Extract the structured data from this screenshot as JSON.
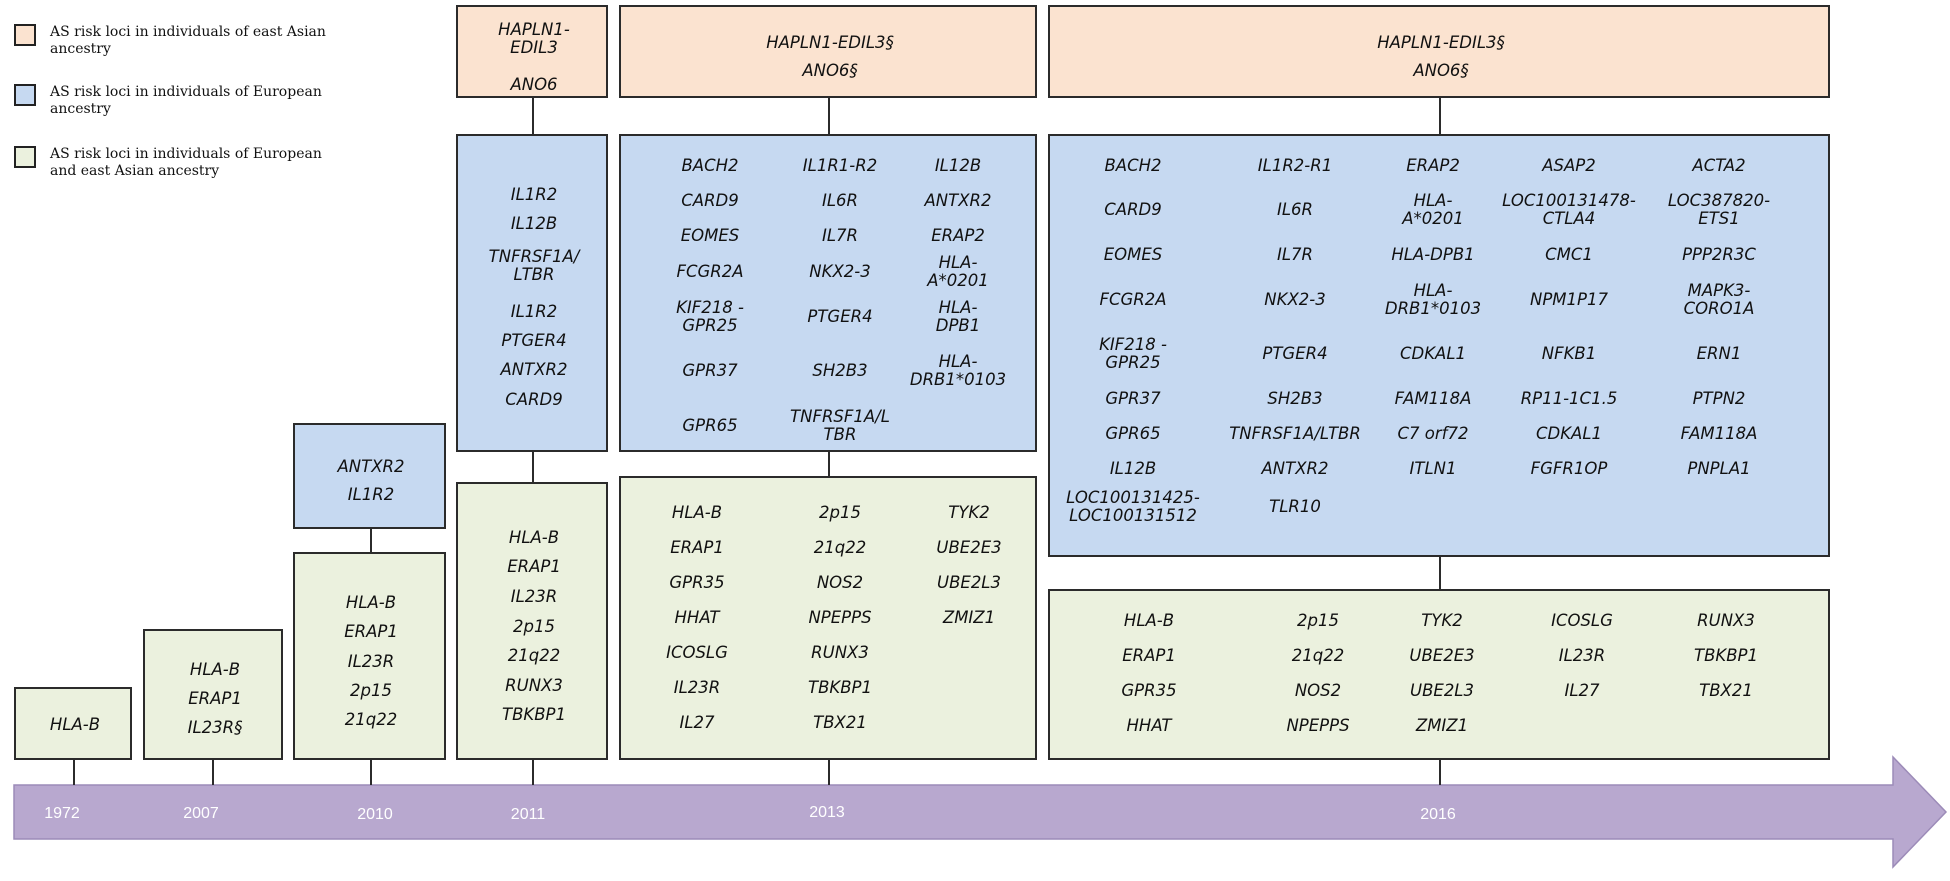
{
  "legend": [
    {
      "text": "AS risk loci in individuals of east Asian ancestry",
      "color": "#fbe3d0"
    },
    {
      "text": "AS risk loci in individuals of European ancestry",
      "color": "#c6d9f1"
    },
    {
      "text": "AS risk loci in individuals of European and east Asian ancestry",
      "color": "#ebf1de"
    }
  ],
  "timeline": {
    "color": "#b8a8cf",
    "years": [
      "1972",
      "2007",
      "2010",
      "2011",
      "2013",
      "2016"
    ]
  },
  "boxes": {
    "y1972_both": [
      "HLA-B"
    ],
    "y2007_both": [
      "HLA-B",
      "ERAP1",
      "IL23R§"
    ],
    "y2010_euro": [
      "ANTXR2",
      "IL1R2"
    ],
    "y2010_both": [
      "HLA-B",
      "ERAP1",
      "IL23R",
      "2p15",
      "21q22"
    ],
    "y2011_asian": [
      "HAPLN1-\nEDIL3",
      "ANO6"
    ],
    "y2011_euro": [
      "IL1R2",
      "IL12B",
      "TNFRSF1A/\nLTBR",
      "IL1R2",
      "PTGER4",
      "ANTXR2",
      "CARD9"
    ],
    "y2011_both": [
      "HLA-B",
      "ERAP1",
      "IL23R",
      "2p15",
      "21q22",
      "RUNX3",
      "TBKBP1"
    ],
    "y2013_asian": [
      "HAPLN1-EDIL3§",
      "ANO6§"
    ],
    "y2013_euro": [
      "BACH2",
      "IL1R1-R2",
      "IL12B",
      "CARD9",
      "IL6R",
      "ANTXR2",
      "EOMES",
      "IL7R",
      "ERAP2",
      "FCGR2A",
      "NKX2-3",
      "HLA-A*0201",
      "KIF218 -\nGPR25",
      "PTGER4",
      "HLA-DPB1",
      "GPR37",
      "SH2B3",
      "HLA-\nDRB1*0103",
      "GPR65",
      "TNFRSF1A/L\nTBR"
    ],
    "y2013_both": [
      "HLA-B",
      "2p15",
      "TYK2",
      "ERAP1",
      "21q22",
      "UBE2E3",
      "GPR35",
      "NOS2",
      "UBE2L3",
      "HHAT",
      "NPEPPS",
      "ZMIZ1",
      "ICOSLG",
      "RUNX3",
      "IL23R",
      "TBKBP1",
      "IL27",
      "TBX21"
    ],
    "y2016_asian": [
      "HAPLN1-EDIL3§",
      "ANO6§"
    ],
    "y2016_euro": [
      "BACH2",
      "IL1R2-R1",
      "ERAP2",
      "ASAP2",
      "ACTA2",
      "CARD9",
      "IL6R",
      "HLA-\nA*0201",
      "LOC100131478-\nCTLA4",
      "LOC387820-ETS1",
      "EOMES",
      "IL7R",
      "HLA-DPB1",
      "CMC1",
      "PPP2R3C",
      "FCGR2A",
      "NKX2-3",
      "HLA-\nDRB1*0103",
      "NPM1P17",
      "MAPK3-CORO1A",
      "KIF218 -\nGPR25",
      "PTGER4",
      "CDKAL1",
      "NFKB1",
      "ERN1",
      "GPR37",
      "SH2B3",
      "FAM118A",
      "RP11-1C1.5",
      "PTPN2",
      "GPR65",
      "TNFRSF1A/LTBR",
      "C7 orf72",
      "CDKAL1",
      "FAM118A",
      "IL12B",
      "ANTXR2",
      "ITLN1",
      "FGFR1OP",
      "PNPLA1",
      "LOC100131425-\nLOC100131512",
      "TLR10"
    ],
    "y2016_both": [
      "HLA-B",
      "2p15",
      "TYK2",
      "ICOSLG",
      "RUNX3",
      "ERAP1",
      "21q22",
      "UBE2E3",
      "IL23R",
      "TBKBP1",
      "GPR35",
      "NOS2",
      "UBE2L3",
      "IL27",
      "TBX21",
      "HHAT",
      "NPEPPS",
      "ZMIZ1"
    ]
  }
}
